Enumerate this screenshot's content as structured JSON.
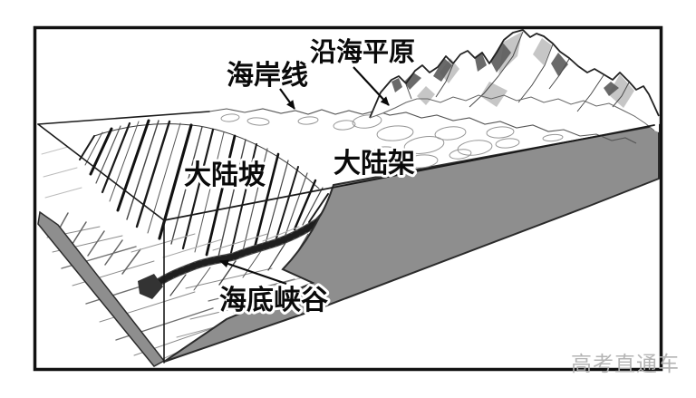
{
  "figure": {
    "type": "geography-block-diagram",
    "labels": {
      "coastal_plain": "沿海平原",
      "coastline": "海岸线",
      "continental_shelf": "大陆架",
      "continental_slope": "大陆坡",
      "submarine_canyon": "海底峡谷"
    },
    "watermark": "高考直通车",
    "colors": {
      "background": "#ffffff",
      "crust_face_gray": "#8e8e8e",
      "line_black": "#1a1a1a",
      "watermark_gray": "#b0b0b0"
    }
  }
}
